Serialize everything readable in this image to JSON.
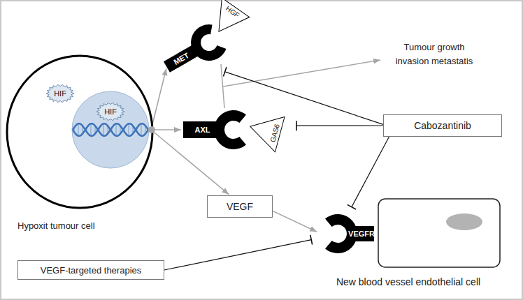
{
  "diagram": {
    "nodes": [
      {
        "text": [
          "Hypoxit tumour cell"
        ]
      },
      {
        "text": [
          "HIF"
        ],
        "in": 0
      },
      {
        "text": [
          "HIF"
        ],
        "in": 0
      },
      {
        "text": [
          "MET"
        ]
      },
      {
        "text": [
          "HGF"
        ]
      },
      {
        "text": [
          "AXL"
        ]
      },
      {
        "text": [
          "GAS6"
        ]
      },
      {
        "text": [
          "VEGF"
        ]
      },
      {
        "text": [
          "VEGFR"
        ]
      },
      {
        "text": [
          "New blood vessel endothelial cell"
        ]
      },
      {
        "text": [
          "Cabozantinib"
        ]
      },
      {
        "text": [
          "VEGF-targeted therapies"
        ]
      }
    ],
    "edges": [
      {
        "from": 2,
        "to": 3,
        "arrow": "to"
      },
      {
        "from": 2,
        "to": 5,
        "arrow": "to"
      },
      {
        "from": 2,
        "to": 7,
        "arrow": "to"
      },
      {
        "from": 7,
        "to": 8,
        "arrow": "to"
      },
      {
        "from": 10,
        "to": 3,
        "arrow": "to"
      },
      {
        "from": 10,
        "to": 5,
        "arrow": "to"
      },
      {
        "from": 10,
        "to": 8,
        "arrow": "to"
      },
      {
        "from": 11,
        "to": 8,
        "arrow": "to"
      }
    ],
    "labels": [
      "Tumour growth invasion metastatis"
    ]
  }
}
